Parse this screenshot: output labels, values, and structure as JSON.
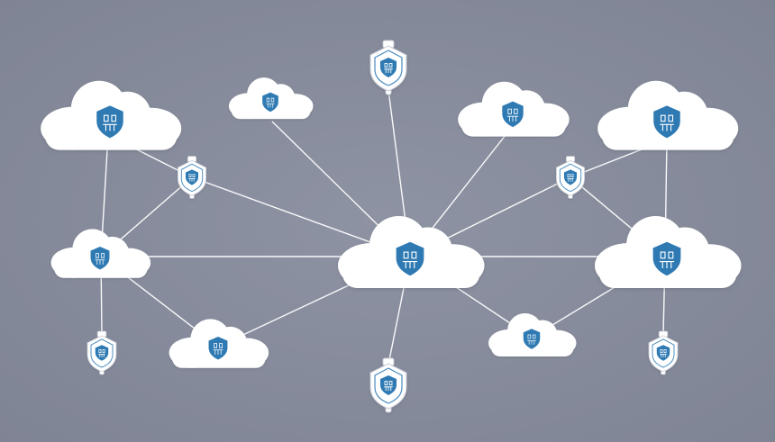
{
  "colors": {
    "background": "#878c9c",
    "node_fill": "#ffffff",
    "shield_fill": "#2f7ab3",
    "edge_stroke": "#ffffff"
  },
  "nodes": [
    {
      "id": "hub",
      "kind": "cloud",
      "icon": "shield-icon"
    },
    {
      "id": "cloud-top-left",
      "kind": "cloud",
      "icon": "shield-icon"
    },
    {
      "id": "cloud-small-top",
      "kind": "cloud",
      "icon": "shield-icon"
    },
    {
      "id": "badge-top-center",
      "kind": "badge",
      "icon": "shield-icon"
    },
    {
      "id": "cloud-top-right-small",
      "kind": "cloud",
      "icon": "shield-icon"
    },
    {
      "id": "cloud-top-right",
      "kind": "cloud",
      "icon": "shield-icon"
    },
    {
      "id": "badge-left-upper",
      "kind": "badge",
      "icon": "shield-icon"
    },
    {
      "id": "badge-right-upper",
      "kind": "badge",
      "icon": "shield-icon"
    },
    {
      "id": "cloud-left-mid",
      "kind": "cloud",
      "icon": "shield-icon"
    },
    {
      "id": "cloud-right-mid",
      "kind": "cloud",
      "icon": "shield-icon"
    },
    {
      "id": "badge-bottom-left",
      "kind": "badge",
      "icon": "shield-icon"
    },
    {
      "id": "cloud-bottom-left",
      "kind": "cloud",
      "icon": "shield-icon"
    },
    {
      "id": "badge-bottom-center",
      "kind": "badge",
      "icon": "shield-icon"
    },
    {
      "id": "cloud-bottom-right",
      "kind": "cloud",
      "icon": "shield-icon"
    },
    {
      "id": "badge-bottom-right",
      "kind": "badge",
      "icon": "shield-icon"
    }
  ],
  "edges": [
    [
      "hub",
      "cloud-small-top"
    ],
    [
      "hub",
      "badge-top-center"
    ],
    [
      "hub",
      "cloud-top-right-small"
    ],
    [
      "hub",
      "badge-left-upper"
    ],
    [
      "hub",
      "badge-right-upper"
    ],
    [
      "hub",
      "cloud-left-mid"
    ],
    [
      "hub",
      "cloud-right-mid"
    ],
    [
      "hub",
      "cloud-bottom-left"
    ],
    [
      "hub",
      "badge-bottom-center"
    ],
    [
      "hub",
      "cloud-bottom-right"
    ],
    [
      "cloud-top-left",
      "badge-left-upper"
    ],
    [
      "cloud-top-left",
      "cloud-left-mid"
    ],
    [
      "badge-left-upper",
      "cloud-left-mid"
    ],
    [
      "cloud-left-mid",
      "cloud-bottom-left"
    ],
    [
      "cloud-left-mid",
      "badge-bottom-left"
    ],
    [
      "cloud-top-right",
      "badge-right-upper"
    ],
    [
      "cloud-top-right",
      "cloud-right-mid"
    ],
    [
      "badge-right-upper",
      "cloud-right-mid"
    ],
    [
      "cloud-right-mid",
      "cloud-bottom-right"
    ],
    [
      "cloud-right-mid",
      "badge-bottom-right"
    ]
  ]
}
